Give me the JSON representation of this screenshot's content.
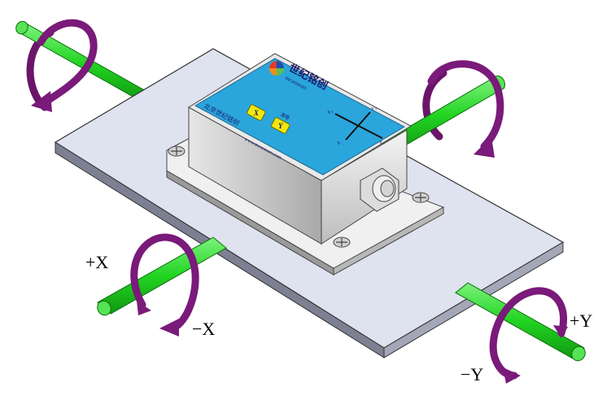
{
  "axes": {
    "plus_x": "+X",
    "minus_x": "−X",
    "plus_y": "+Y",
    "minus_y": "−Y"
  },
  "device": {
    "brand_cn": "世纪铭创",
    "brand_en": "mcsensors",
    "side_cn": "北京世纪铭创",
    "website": "www.mcsensors.com",
    "button_x": "X",
    "button_y": "Y",
    "zero_label": "清零",
    "dir_x_plus": "X+",
    "dir_x_minus": "X-",
    "dir_y_plus": "Y+",
    "dir_y_minus": "Y-"
  },
  "colors": {
    "rod": "#22d422",
    "rotation_arrow": "#7a1a7a",
    "plate": "#d8dcec",
    "device_top": "#2aa6dc",
    "button": "#f2e70c"
  }
}
